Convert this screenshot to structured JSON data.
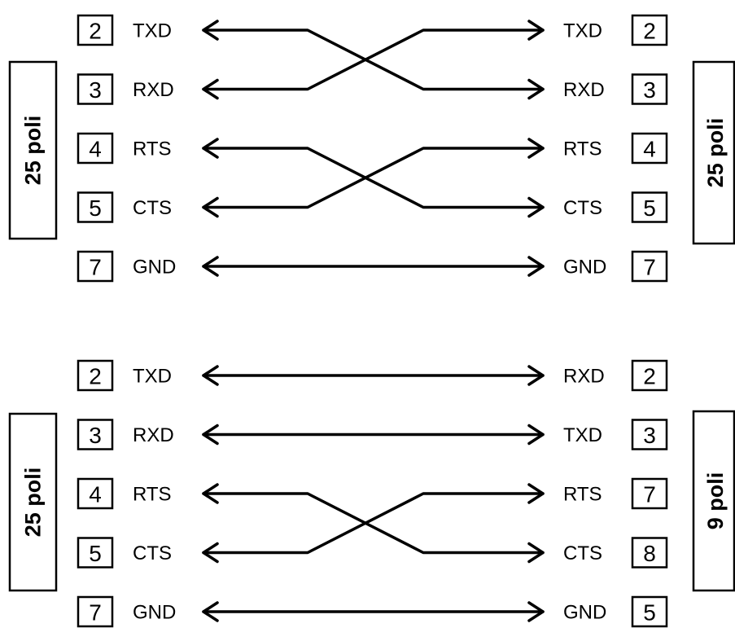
{
  "diagrams": [
    {
      "left_connector": "25 poli",
      "right_connector": "25 poli",
      "rows": [
        {
          "left_pin": "2",
          "left_signal": "TXD",
          "right_signal": "TXD",
          "right_pin": "2"
        },
        {
          "left_pin": "3",
          "left_signal": "RXD",
          "right_signal": "RXD",
          "right_pin": "3"
        },
        {
          "left_pin": "4",
          "left_signal": "RTS",
          "right_signal": "RTS",
          "right_pin": "4"
        },
        {
          "left_pin": "5",
          "left_signal": "CTS",
          "right_signal": "CTS",
          "right_pin": "5"
        },
        {
          "left_pin": "7",
          "left_signal": "GND",
          "right_signal": "GND",
          "right_pin": "7"
        }
      ],
      "connections": [
        {
          "from_row": 0,
          "to_row": 1
        },
        {
          "from_row": 1,
          "to_row": 0
        },
        {
          "from_row": 2,
          "to_row": 3
        },
        {
          "from_row": 3,
          "to_row": 2
        },
        {
          "from_row": 4,
          "to_row": 4
        }
      ]
    },
    {
      "left_connector": "25 poli",
      "right_connector": "9 poli",
      "rows": [
        {
          "left_pin": "2",
          "left_signal": "TXD",
          "right_signal": "RXD",
          "right_pin": "2"
        },
        {
          "left_pin": "3",
          "left_signal": "RXD",
          "right_signal": "TXD",
          "right_pin": "3"
        },
        {
          "left_pin": "4",
          "left_signal": "RTS",
          "right_signal": "RTS",
          "right_pin": "7"
        },
        {
          "left_pin": "5",
          "left_signal": "CTS",
          "right_signal": "CTS",
          "right_pin": "8"
        },
        {
          "left_pin": "7",
          "left_signal": "GND",
          "right_signal": "GND",
          "right_pin": "5"
        }
      ],
      "connections": [
        {
          "from_row": 0,
          "to_row": 0
        },
        {
          "from_row": 1,
          "to_row": 1
        },
        {
          "from_row": 2,
          "to_row": 3
        },
        {
          "from_row": 3,
          "to_row": 2
        },
        {
          "from_row": 4,
          "to_row": 4
        }
      ]
    }
  ]
}
